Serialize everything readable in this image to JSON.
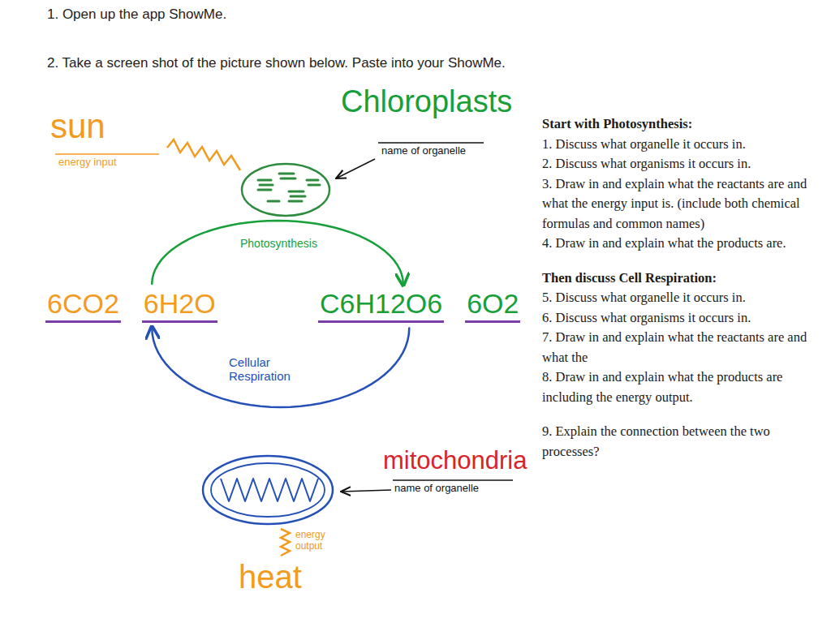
{
  "diagram": {
    "nodes": [
      {
        "text": [
          "6CO2",
          "6H2O"
        ]
      },
      {
        "text": [
          "C6H12O6",
          "6O2"
        ]
      }
    ],
    "edges": [
      {
        "from": 0,
        "to": 1,
        "arrow": "to",
        "label": "Photosynthesis"
      },
      {
        "from": 1,
        "to": 0,
        "arrow": "to",
        "label": "Cellular Respiration"
      }
    ],
    "labels": [
      "1. Open up the app ShowMe.",
      "2. Take a screen shot of the picture shown below. Paste into your ShowMe.",
      "sun",
      "energy input",
      "Chloroplasts",
      "name of organelle",
      "Start with Photosynthesis:",
      "1. Discuss what organelle it occurs in.",
      "2. Discuss what organisms it occurs in.",
      "3. Draw in and explain what the reactants are and what the energy input is. (include both chemical formulas and common names)",
      "4. Draw in and explain what the products are.",
      "Then discuss Cell Respiration:",
      "5. Discuss what organelle it occurs in.",
      "6. Discuss what organisms it occurs in.",
      "7. Draw in and explain what the reactants are and what the",
      "8. Draw in and explain what the products are including the energy output.",
      "9. Explain the connection between the two processes?",
      "mitochondria",
      "name of organelle",
      "energy output",
      "heat"
    ]
  }
}
